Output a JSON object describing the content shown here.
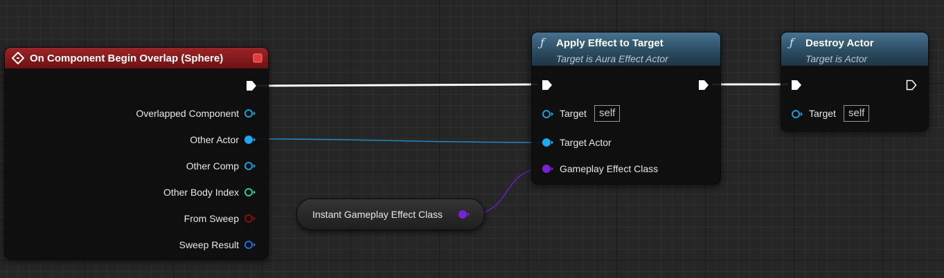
{
  "event_node": {
    "title": "On Component Begin Overlap (Sphere)",
    "icon": "event-diamond-icon",
    "outputs": [
      {
        "label": "Overlapped Component",
        "color": "#1f9ede"
      },
      {
        "label": "Other Actor",
        "color": "#1fa9f0"
      },
      {
        "label": "Other Comp",
        "color": "#1f9ede"
      },
      {
        "label": "Other Body Index",
        "color": "#2ec99a"
      },
      {
        "label": "From Sweep",
        "color": "#8c0f0f"
      },
      {
        "label": "Sweep Result",
        "color": "#1f6fd6"
      }
    ]
  },
  "apply_node": {
    "title": "Apply Effect to Target",
    "subtitle": "Target is Aura Effect Actor",
    "inputs": [
      {
        "label": "Target",
        "value": "self",
        "color": "#1f9ede"
      },
      {
        "label": "Target Actor",
        "color": "#1fa9f0"
      },
      {
        "label": "Gameplay Effect Class",
        "color": "#7a22d6"
      }
    ]
  },
  "destroy_node": {
    "title": "Destroy Actor",
    "subtitle": "Target is Actor",
    "inputs": [
      {
        "label": "Target",
        "value": "self",
        "color": "#1f9ede"
      }
    ]
  },
  "variable_node": {
    "label": "Instant Gameplay Effect Class",
    "color": "#7a22d6"
  }
}
